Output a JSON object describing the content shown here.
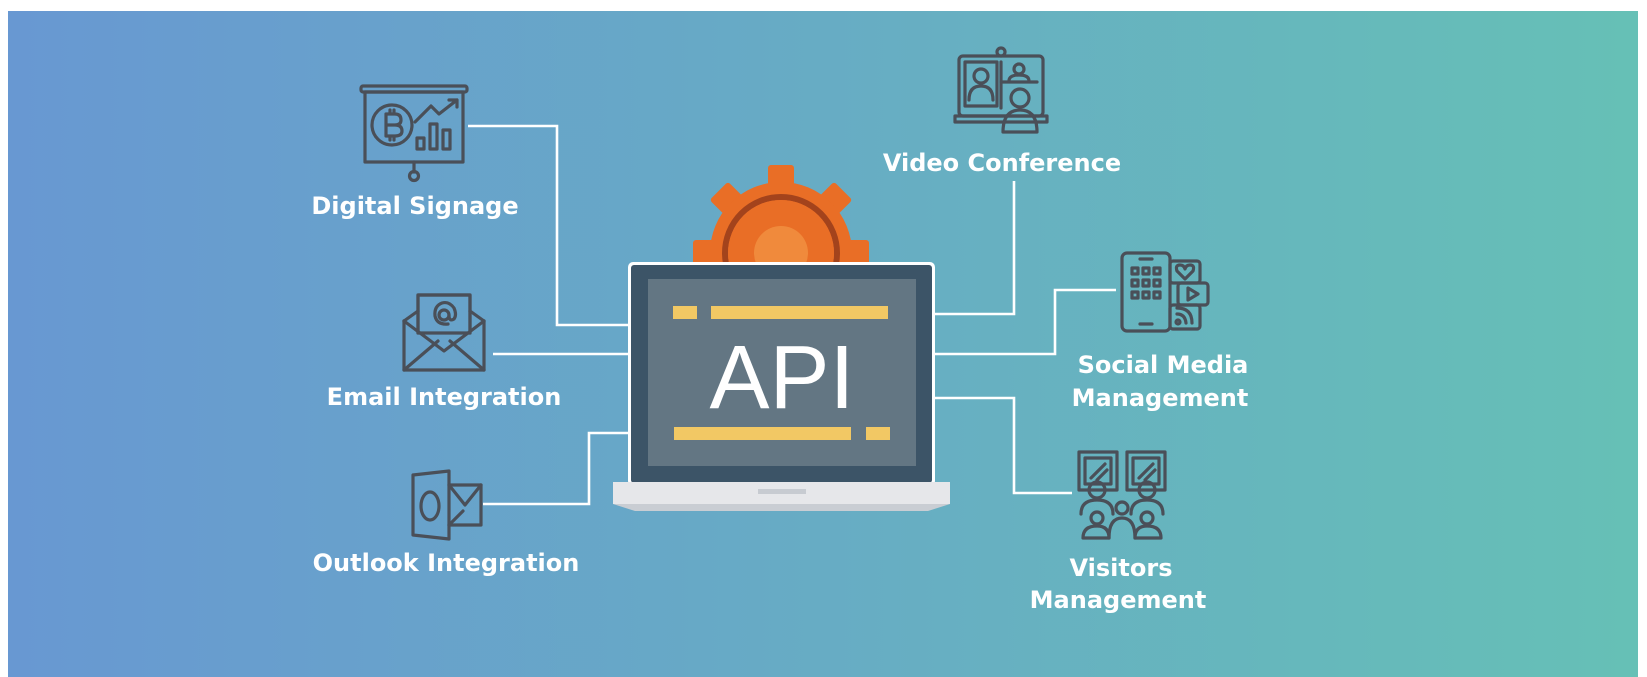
{
  "center": {
    "label": "API"
  },
  "services": {
    "digital_signage": {
      "label": "Digital Signage",
      "icon": "presentation-chart-bitcoin-icon"
    },
    "email_integration": {
      "label": "Email Integration",
      "icon": "envelope-at-icon"
    },
    "outlook_integration": {
      "label": "Outlook Integration",
      "icon": "outlook-icon"
    },
    "video_conference": {
      "label": "Video Conference",
      "icon": "video-call-icon"
    },
    "social_media": {
      "label_line1": "Social Media",
      "label_line2": "Management",
      "icon": "smartphone-apps-icon"
    },
    "visitors": {
      "label_line1": "Visitors",
      "label_line2": "Management",
      "icon": "visitors-icon"
    }
  },
  "colors": {
    "gradient_start": "#6898d2",
    "gradient_end": "#66c0b6",
    "gear": "#e96e26",
    "laptop_frame": "#3c5467",
    "screen": "#637683",
    "code_bar": "#f2c864",
    "icon_stroke": "#4a4f58",
    "connector": "#ffffff"
  }
}
